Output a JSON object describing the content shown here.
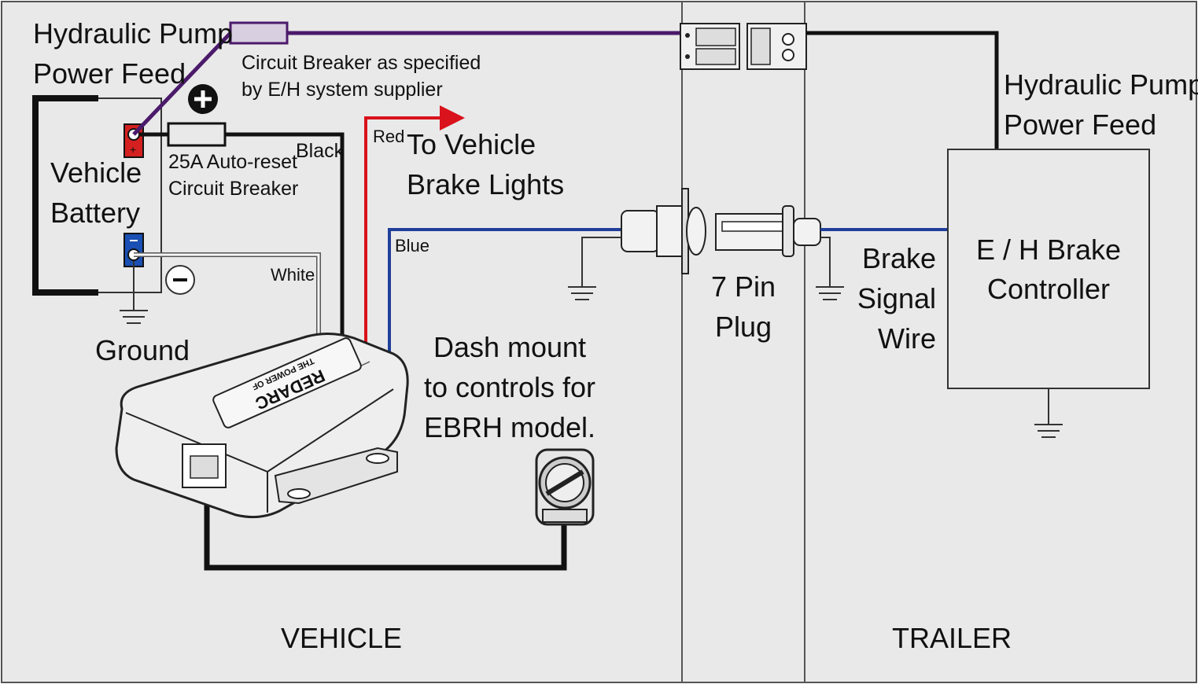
{
  "colors": {
    "panel_bg": "#e9e9e9",
    "purple_wire": "#4b1a6b",
    "black_wire": "#111111",
    "red_wire": "#d9121b",
    "blue_wire": "#1f3f9a",
    "white_wire": "#f5f5f5",
    "battery_pos": "#d42020",
    "battery_neg": "#1a4fb3"
  },
  "sections": {
    "vehicle": "VEHICLE",
    "trailer": "TRAILER"
  },
  "vehicle": {
    "pump_feed": [
      "Hydraulic Pump",
      "Power Feed"
    ],
    "breaker_spec": [
      "Circuit Breaker as specified",
      "by E/H system supplier"
    ],
    "battery": [
      "Vehicle",
      "Battery"
    ],
    "auto_reset": [
      "25A Auto-reset",
      "Circuit Breaker"
    ],
    "black": "Black",
    "red": "Red",
    "brake_lights": [
      "To Vehicle",
      "Brake Lights"
    ],
    "blue": "Blue",
    "white": "White",
    "ground": "Ground",
    "dash_mount": [
      "Dash mount",
      "to controls for",
      "EBRH model."
    ],
    "unit_brand": "REDARC",
    "unit_model": "THE POWER OF",
    "plus_icon": "plus-circle-icon",
    "minus_icon": "minus-circle-icon"
  },
  "plug": [
    "7 Pin",
    "Plug"
  ],
  "trailer": {
    "pump_feed": [
      "Hydraulic Pump",
      "Power Feed"
    ],
    "brake_signal": [
      "Brake",
      "Signal",
      "Wire"
    ],
    "controller": [
      "E / H Brake",
      "Controller"
    ]
  }
}
